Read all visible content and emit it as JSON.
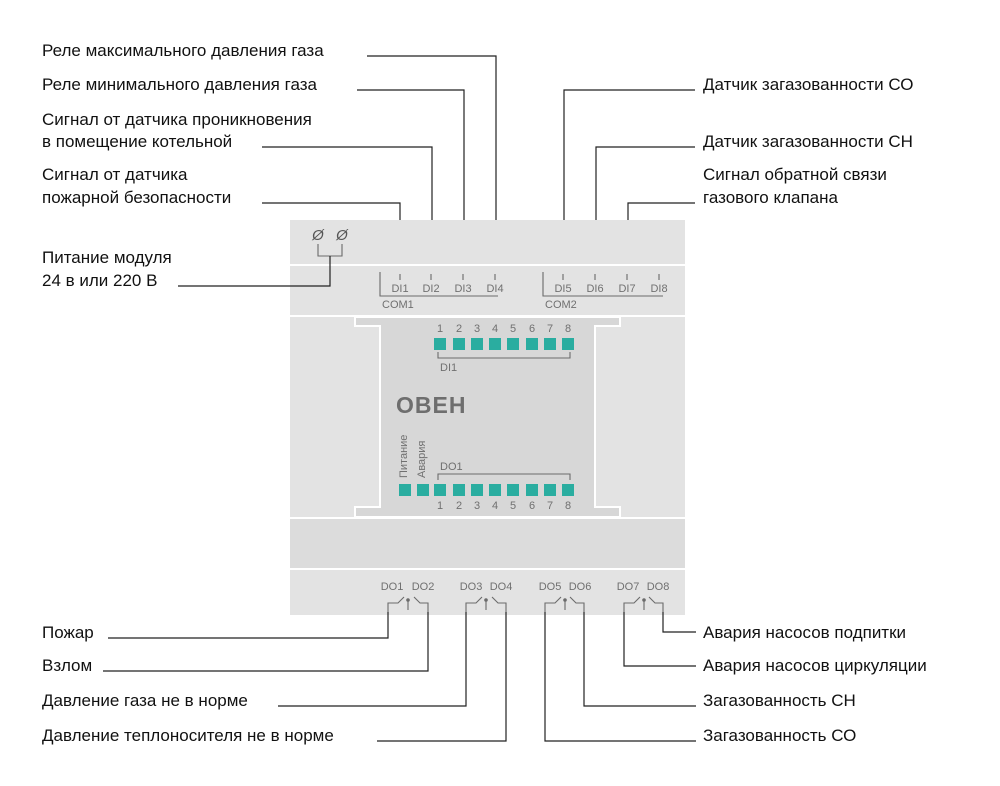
{
  "labels": {
    "relay_max_pressure": "Реле максимального давления газа",
    "relay_min_pressure": "Реле минимального давления газа",
    "intrusion_line1": "Сигнал от датчика проникновения",
    "intrusion_line2": "в помещение котельной",
    "fire_line1": "Сигнал от датчика",
    "fire_line2": "пожарной безопасности",
    "power_line1": "Питание модуля",
    "power_line2": "24 в или 220 В",
    "co_sensor": "Датчик загазованности СО",
    "ch_sensor": "Датчик загазованности СН",
    "valve_line1": "Сигнал обратной связи",
    "valve_line2": "газового клапана",
    "fire": "Пожар",
    "breakin": "Взлом",
    "gas_pressure": "Давление газа не в норме",
    "coolant_pressure": "Давление теплоносителя не в норме",
    "makeup_pumps": "Авария насосов подпитки",
    "circulation_pumps": "Авария насосов циркуляции",
    "gas_ch": "Загазованность СН",
    "gas_co": "Загазованность СО"
  },
  "module": {
    "power_symbols": [
      "Ø",
      "Ø"
    ],
    "di_terminals": [
      "DI1",
      "DI2",
      "DI3",
      "DI4",
      "DI5",
      "DI6",
      "DI7",
      "DI8"
    ],
    "com_labels": [
      "COM1",
      "COM2"
    ],
    "led_numbers": [
      "1",
      "2",
      "3",
      "4",
      "5",
      "6",
      "7",
      "8"
    ],
    "di_group_label": "DI1",
    "do_group_label": "DO1",
    "status_power": "Питание",
    "status_alarm": "Авария",
    "logo": "ОВЕН",
    "do_terminals": [
      "DO1",
      "DO2",
      "DO3",
      "DO4",
      "DO5",
      "DO6",
      "DO7",
      "DO8"
    ]
  },
  "colors": {
    "module_body": "#e3e3e3",
    "module_inner": "#dadada",
    "led": "#2aada0",
    "logo": "#6e6e6e"
  }
}
